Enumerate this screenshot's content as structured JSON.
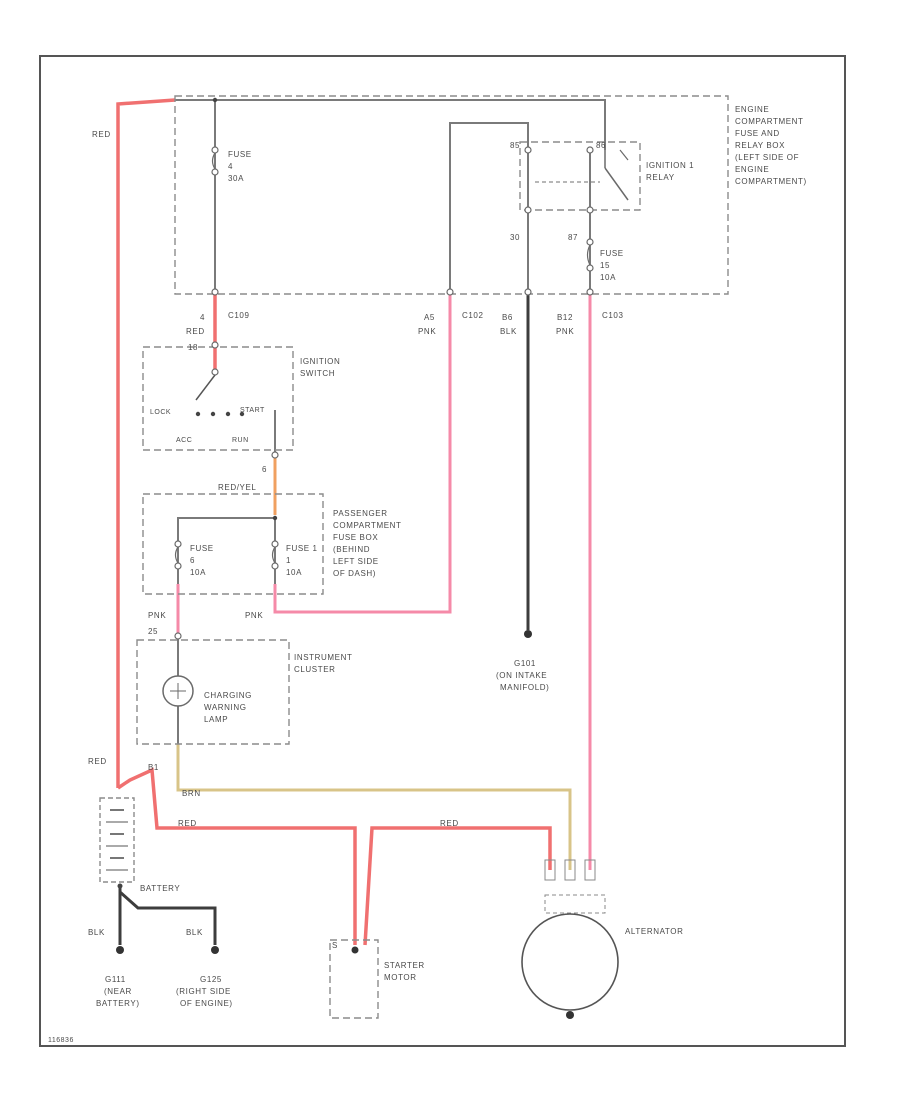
{
  "colors": {
    "red_wire": "#f07070",
    "pink_wire": "#f58aa8",
    "yellow_wire": "#d8c488",
    "orange_wire": "#f0a060",
    "black_wire": "#3d3d3d"
  },
  "wire_labels": {
    "red_top": "RED",
    "red_batt": "RED",
    "red_starter": "RED",
    "red_alt": "RED",
    "red_c109": "RED",
    "red_yel": "RED/YEL",
    "pnk_a5": "PNK",
    "blk_b6": "BLK",
    "pnk_b12": "PNK",
    "pnk_fuse2": "PNK",
    "pnk_fuse1": "PNK",
    "yel_brn": "BRN",
    "blk_g111": "BLK",
    "blk_g125": "BLK"
  },
  "connectors": {
    "c109": "C109",
    "c102": "C102",
    "c103": "C103",
    "a5": "A5",
    "b6": "B6",
    "b12": "B12",
    "pin_4": "4",
    "pin_18": "18",
    "pin_85": "85",
    "pin_86": "86",
    "pin_30": "30",
    "pin_87": "87",
    "pin_6": "6",
    "pin_25": "25",
    "pin_s": "S",
    "pin_b1": "B1"
  },
  "components": {
    "engine_box": [
      "ENGINE",
      "COMPARTMENT",
      "FUSE AND",
      "RELAY BOX",
      "(LEFT SIDE OF",
      "ENGINE",
      "COMPARTMENT)"
    ],
    "ignition_relay": [
      "IGNITION 1",
      "RELAY"
    ],
    "fuse_a": [
      "FUSE",
      "4",
      "30A"
    ],
    "fuse_b": [
      "FUSE",
      "15",
      "10A"
    ],
    "ignition_switch": [
      "IGNITION",
      "SWITCH"
    ],
    "switch_positions": {
      "lock": "LOCK",
      "start": "START",
      "acc": "ACC",
      "run": "RUN"
    },
    "passenger_box": [
      "PASSENGER",
      "COMPARTMENT",
      "FUSE BOX",
      "(BEHIND",
      "LEFT SIDE",
      "OF DASH)"
    ],
    "fuse_c": [
      "FUSE",
      "6",
      "10A"
    ],
    "fuse_d": [
      "FUSE 1",
      "1",
      "10A"
    ],
    "instrument_cluster": [
      "INSTRUMENT",
      "CLUSTER"
    ],
    "charging_lamp": [
      "CHARGING",
      "WARNING",
      "LAMP"
    ],
    "battery": "BATTERY",
    "starter": [
      "STARTER",
      "MOTOR"
    ],
    "alternator": "ALTERNATOR",
    "g101": [
      "G101",
      "(ON INTAKE",
      "MANIFOLD)"
    ],
    "g111": [
      "G111",
      "(NEAR",
      "BATTERY)"
    ],
    "g125": [
      "G125",
      "(RIGHT SIDE",
      "OF ENGINE)"
    ]
  },
  "footer_code": "116836"
}
